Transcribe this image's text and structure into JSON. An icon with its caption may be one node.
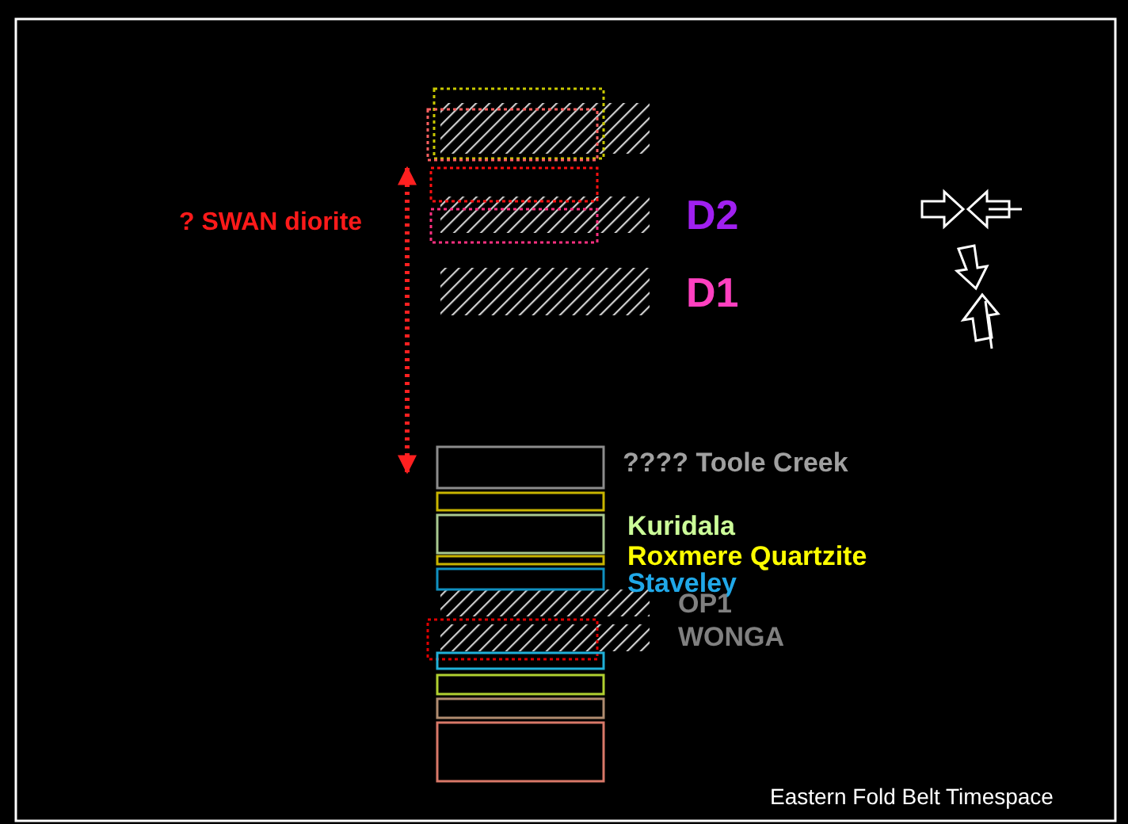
{
  "diagram": {
    "caption": "Eastern Fold Belt Timespace",
    "labels": [
      "? SWAN diorite",
      "D2",
      "D1",
      "???? Toole Creek",
      "Kuridala",
      "Roxmere Quartzite",
      "Staveley",
      "OP1",
      "WONGA"
    ]
  }
}
